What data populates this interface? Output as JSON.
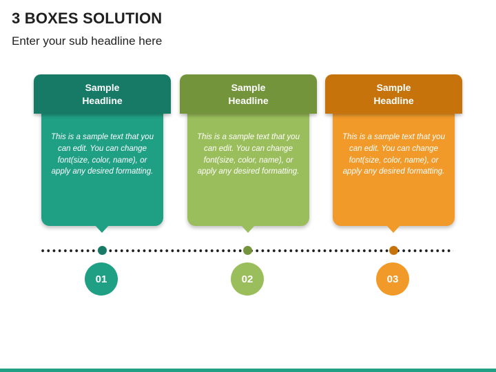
{
  "title": "3 BOXES SOLUTION",
  "subtitle": "Enter your sub headline here",
  "colors": {
    "teal_dark": "#167a66",
    "teal": "#1fa085",
    "green_dark": "#74943b",
    "green": "#9bbe5c",
    "orange_dark": "#c5730a",
    "orange": "#f19a2a",
    "bottom_bar": "#21a085"
  },
  "boxes": [
    {
      "headline": "Sample\nHeadline",
      "text": "This is a sample text that you can edit. You can change font(size, color, name), or apply any desired formatting.",
      "number": "01"
    },
    {
      "headline": "Sample\nHeadline",
      "text": "This is a sample text that you can edit. You can change font(size, color, name), or apply any desired formatting.",
      "number": "02"
    },
    {
      "headline": "Sample\nHeadline",
      "text": "This is a sample text that you can edit. You can change font(size, color, name), or apply any desired formatting.",
      "number": "03"
    }
  ]
}
